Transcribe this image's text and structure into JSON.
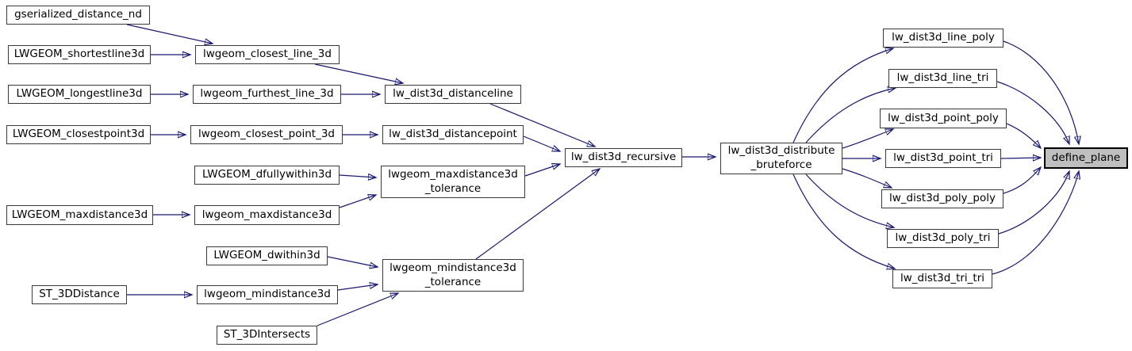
{
  "diagram": {
    "kind": "doxygen-caller-graph",
    "highlighted_node": "define_plane",
    "colors": {
      "edge": "#191970",
      "node_border": "#3a3a3a",
      "node_fill": "#ffffff",
      "highlight_fill": "#bfbfbf",
      "highlight_border": "#000000",
      "text": "#000000",
      "background": "#ffffff"
    }
  },
  "nodes": [
    {
      "id": "gserialized_distance_nd",
      "label": "gserialized_distance_nd"
    },
    {
      "id": "LWGEOM_shortestline3d",
      "label": "LWGEOM_shortestline3d"
    },
    {
      "id": "LWGEOM_longestline3d",
      "label": "LWGEOM_longestline3d"
    },
    {
      "id": "LWGEOM_closestpoint3d",
      "label": "LWGEOM_closestpoint3d"
    },
    {
      "id": "LWGEOM_maxdistance3d",
      "label": "LWGEOM_maxdistance3d"
    },
    {
      "id": "ST_3DDistance",
      "label": "ST_3DDistance"
    },
    {
      "id": "lwgeom_closest_line_3d",
      "label": "lwgeom_closest_line_3d"
    },
    {
      "id": "lwgeom_furthest_line_3d",
      "label": "lwgeom_furthest_line_3d"
    },
    {
      "id": "lwgeom_closest_point_3d",
      "label": "lwgeom_closest_point_3d"
    },
    {
      "id": "LWGEOM_dfullywithin3d",
      "label": "LWGEOM_dfullywithin3d"
    },
    {
      "id": "lwgeom_maxdistance3d",
      "label": "lwgeom_maxdistance3d"
    },
    {
      "id": "LWGEOM_dwithin3d",
      "label": "LWGEOM_dwithin3d"
    },
    {
      "id": "lwgeom_mindistance3d",
      "label": "lwgeom_mindistance3d"
    },
    {
      "id": "ST_3DIntersects",
      "label": "ST_3DIntersects"
    },
    {
      "id": "lw_dist3d_distanceline",
      "label": "lw_dist3d_distanceline"
    },
    {
      "id": "lw_dist3d_distancepoint",
      "label": "lw_dist3d_distancepoint"
    },
    {
      "id": "lwgeom_maxdistance3d_tolerance",
      "label": "lwgeom_maxdistance3d\n_tolerance"
    },
    {
      "id": "lwgeom_mindistance3d_tolerance",
      "label": "lwgeom_mindistance3d\n_tolerance"
    },
    {
      "id": "lw_dist3d_recursive",
      "label": "lw_dist3d_recursive"
    },
    {
      "id": "lw_dist3d_distribute_bruteforce",
      "label": "lw_dist3d_distribute\n_bruteforce"
    },
    {
      "id": "lw_dist3d_line_poly",
      "label": "lw_dist3d_line_poly"
    },
    {
      "id": "lw_dist3d_line_tri",
      "label": "lw_dist3d_line_tri"
    },
    {
      "id": "lw_dist3d_point_poly",
      "label": "lw_dist3d_point_poly"
    },
    {
      "id": "lw_dist3d_point_tri",
      "label": "lw_dist3d_point_tri"
    },
    {
      "id": "lw_dist3d_poly_poly",
      "label": "lw_dist3d_poly_poly"
    },
    {
      "id": "lw_dist3d_poly_tri",
      "label": "lw_dist3d_poly_tri"
    },
    {
      "id": "lw_dist3d_tri_tri",
      "label": "lw_dist3d_tri_tri"
    },
    {
      "id": "define_plane",
      "label": "define_plane"
    }
  ],
  "edges": [
    {
      "from": "gserialized_distance_nd",
      "to": "lwgeom_closest_line_3d"
    },
    {
      "from": "LWGEOM_shortestline3d",
      "to": "lwgeom_closest_line_3d"
    },
    {
      "from": "LWGEOM_longestline3d",
      "to": "lwgeom_furthest_line_3d"
    },
    {
      "from": "lwgeom_closest_line_3d",
      "to": "lw_dist3d_distanceline"
    },
    {
      "from": "lwgeom_furthest_line_3d",
      "to": "lw_dist3d_distanceline"
    },
    {
      "from": "LWGEOM_closestpoint3d",
      "to": "lwgeom_closest_point_3d"
    },
    {
      "from": "lwgeom_closest_point_3d",
      "to": "lw_dist3d_distancepoint"
    },
    {
      "from": "LWGEOM_dfullywithin3d",
      "to": "lwgeom_maxdistance3d_tolerance"
    },
    {
      "from": "LWGEOM_maxdistance3d",
      "to": "lwgeom_maxdistance3d"
    },
    {
      "from": "lwgeom_maxdistance3d",
      "to": "lwgeom_maxdistance3d_tolerance"
    },
    {
      "from": "LWGEOM_dwithin3d",
      "to": "lwgeom_mindistance3d_tolerance"
    },
    {
      "from": "ST_3DDistance",
      "to": "lwgeom_mindistance3d"
    },
    {
      "from": "lwgeom_mindistance3d",
      "to": "lwgeom_mindistance3d_tolerance"
    },
    {
      "from": "ST_3DIntersects",
      "to": "lwgeom_mindistance3d_tolerance"
    },
    {
      "from": "lw_dist3d_distanceline",
      "to": "lw_dist3d_recursive"
    },
    {
      "from": "lw_dist3d_distancepoint",
      "to": "lw_dist3d_recursive"
    },
    {
      "from": "lwgeom_maxdistance3d_tolerance",
      "to": "lw_dist3d_recursive"
    },
    {
      "from": "lwgeom_mindistance3d_tolerance",
      "to": "lw_dist3d_recursive"
    },
    {
      "from": "lw_dist3d_recursive",
      "to": "lw_dist3d_distribute_bruteforce"
    },
    {
      "from": "lw_dist3d_distribute_bruteforce",
      "to": "lw_dist3d_line_poly"
    },
    {
      "from": "lw_dist3d_distribute_bruteforce",
      "to": "lw_dist3d_line_tri"
    },
    {
      "from": "lw_dist3d_distribute_bruteforce",
      "to": "lw_dist3d_point_poly"
    },
    {
      "from": "lw_dist3d_distribute_bruteforce",
      "to": "lw_dist3d_point_tri"
    },
    {
      "from": "lw_dist3d_distribute_bruteforce",
      "to": "lw_dist3d_poly_poly"
    },
    {
      "from": "lw_dist3d_distribute_bruteforce",
      "to": "lw_dist3d_poly_tri"
    },
    {
      "from": "lw_dist3d_distribute_bruteforce",
      "to": "lw_dist3d_tri_tri"
    },
    {
      "from": "lw_dist3d_line_poly",
      "to": "define_plane"
    },
    {
      "from": "lw_dist3d_line_tri",
      "to": "define_plane"
    },
    {
      "from": "lw_dist3d_point_poly",
      "to": "define_plane"
    },
    {
      "from": "lw_dist3d_point_tri",
      "to": "define_plane"
    },
    {
      "from": "lw_dist3d_poly_poly",
      "to": "define_plane"
    },
    {
      "from": "lw_dist3d_poly_tri",
      "to": "define_plane"
    },
    {
      "from": "lw_dist3d_tri_tri",
      "to": "define_plane"
    }
  ]
}
